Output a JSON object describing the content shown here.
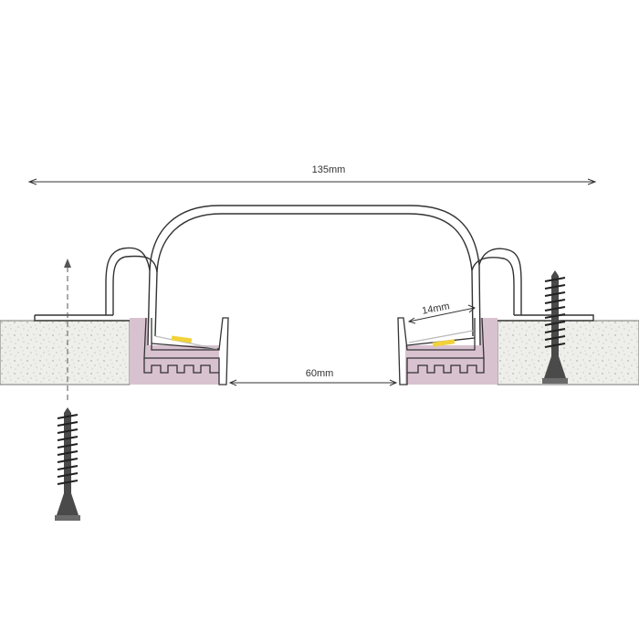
{
  "dimensions": {
    "overall_width": "135mm",
    "opening_width": "60mm",
    "led_channel_width": "14mm"
  },
  "colors": {
    "line": "#333333",
    "plaster_fill": "#eeeeea",
    "seal_fill": "#d9c2d0",
    "led_strip": "#f1d23a",
    "screw_fill": "#4a4a4a"
  },
  "icons": {
    "left_screw": "screw-icon",
    "right_screw": "screw-icon",
    "arrow": "arrow-up-dashed-icon"
  }
}
